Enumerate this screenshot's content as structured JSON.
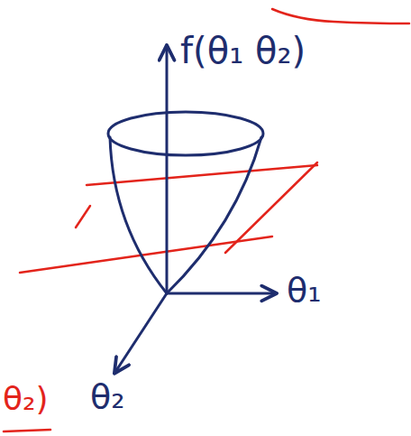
{
  "diagram": {
    "labels": [
      "f(θ₁ θ₂)",
      "θ₁",
      "θ₂",
      "θ₂)"
    ]
  }
}
